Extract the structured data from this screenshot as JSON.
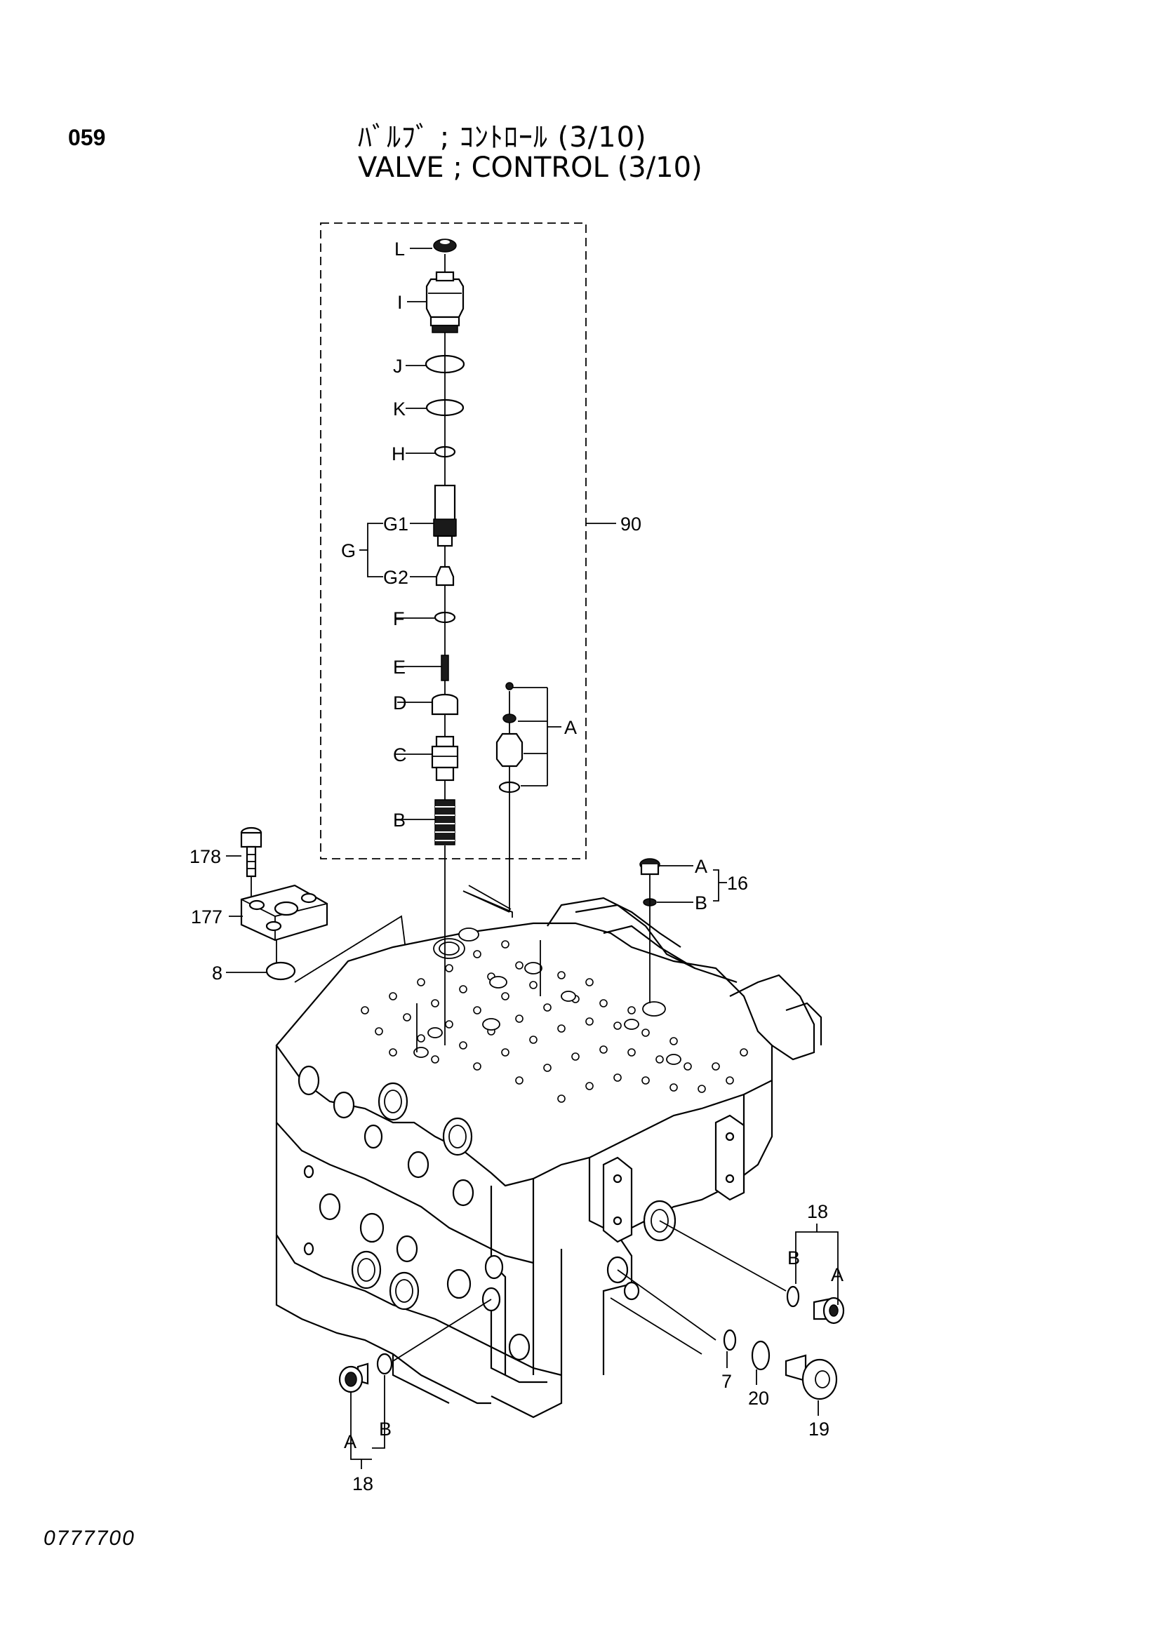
{
  "header": {
    "page_number": "059",
    "title_jp": "ﾊﾞﾙﾌﾞ ; ｺﾝﾄﾛｰﾙ (3/10)",
    "title_en": "VALVE ; CONTROL (3/10)"
  },
  "footer": {
    "doc_code": "0777700"
  },
  "callouts": {
    "L": "L",
    "I": "I",
    "J": "J",
    "K": "K",
    "H": "H",
    "G1": "G1",
    "G": "G",
    "G2": "G2",
    "F": "F",
    "E": "E",
    "D": "D",
    "C": "C",
    "B": "B",
    "A": "A",
    "p90": "90",
    "p178": "178",
    "p177": "177",
    "p8": "8",
    "p16": "16",
    "p16A": "A",
    "p16B": "B",
    "p18r": "18",
    "p18rB": "B",
    "p18rA": "A",
    "p7": "7",
    "p20": "20",
    "p19": "19",
    "p18l": "18",
    "p18lA": "A",
    "p18lB": "B"
  }
}
